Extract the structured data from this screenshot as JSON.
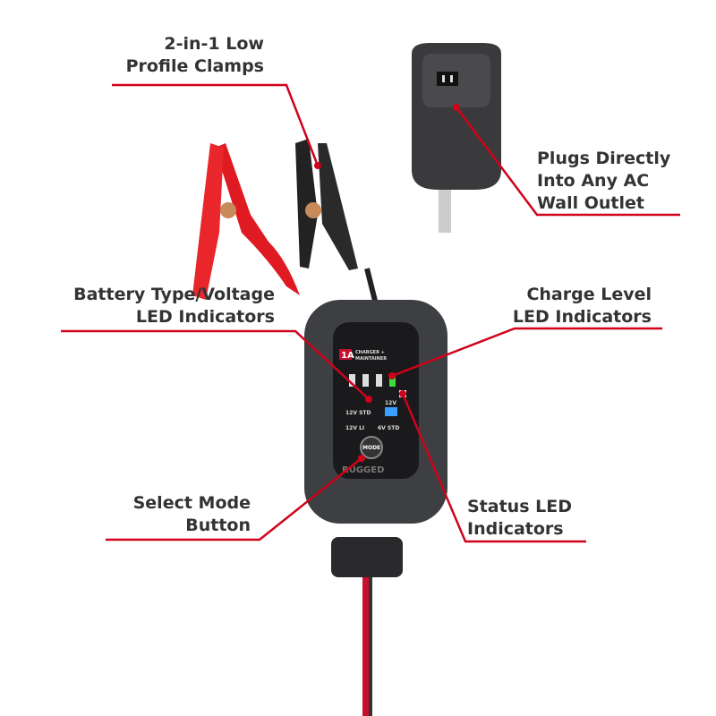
{
  "callouts": {
    "clamps": [
      "2-in-1 Low",
      "Profile Clamps"
    ],
    "plug": [
      "Plugs Directly",
      "Into Any AC",
      "Wall Outlet"
    ],
    "battery_type": [
      "Battery Type/Voltage",
      "LED Indicators"
    ],
    "charge_level": [
      "Charge Level",
      "LED Indicators"
    ],
    "mode_button": [
      "Select Mode",
      "Button"
    ],
    "status": [
      "Status LED",
      "Indicators"
    ]
  },
  "device": {
    "rating": "1A",
    "title": [
      "CHARGER +",
      "MAINTAINER"
    ],
    "modes": [
      "12V STD",
      "12V",
      "12V LI",
      "6V STD"
    ],
    "mode_button": "MODE",
    "brand": "RUGGED"
  },
  "colors": {
    "accent": "#d0021b",
    "led_green": "#3ddc3d",
    "led_blue": "#3aa0ff"
  }
}
